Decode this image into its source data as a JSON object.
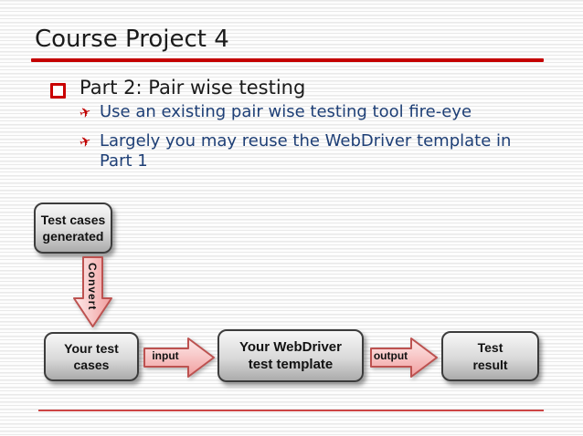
{
  "slide": {
    "title": "Course Project 4",
    "bullet": {
      "text": "Part 2: Pair wise testing"
    },
    "sub_bullets": [
      {
        "icon": "airplane",
        "text": "Use an existing pair wise testing tool fire-eye"
      },
      {
        "icon": "airplane",
        "text": "Largely you may reuse the WebDriver template in Part 1"
      }
    ]
  },
  "icons": {
    "bullet_square": "hollow-square",
    "sub_bullet_glyph": "✈"
  },
  "diagram": {
    "boxes": [
      {
        "label": "Test cases\ngenerated"
      },
      {
        "label": "Your test\ncases"
      },
      {
        "label": "Your WebDriver\ntest template"
      },
      {
        "label": "Test\nresult"
      }
    ],
    "arrows": {
      "convert": "Convert",
      "input": "input",
      "output": "output"
    }
  },
  "colors": {
    "accent_red": "#c40000",
    "bullet_red": "#c90000",
    "body_blue": "#1e3f76",
    "arrow_fill_light": "#fdeaea",
    "arrow_fill_dark": "#f09d9d",
    "arrow_border": "#bd5250",
    "box_border": "#3c3c3c",
    "footer_red": "#cc4444"
  }
}
